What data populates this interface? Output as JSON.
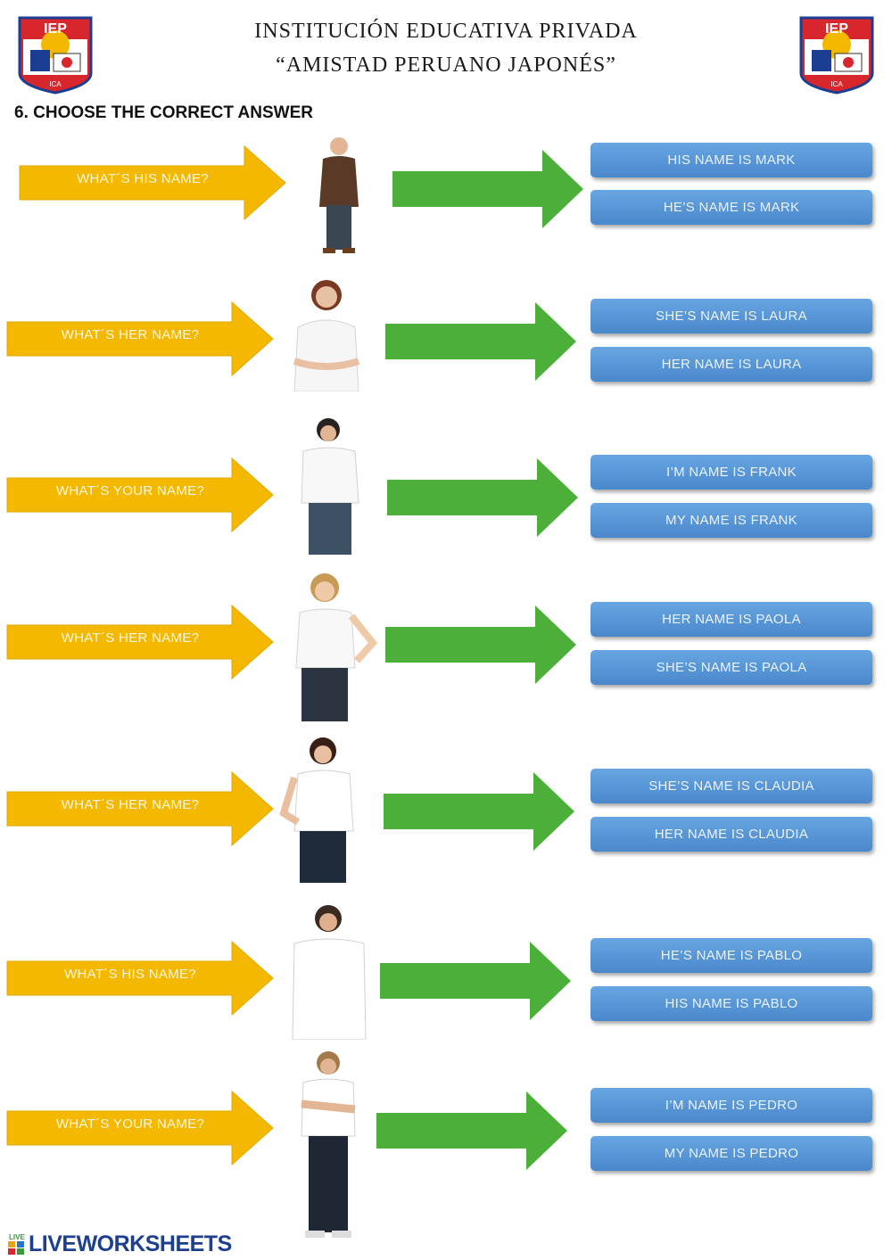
{
  "header": {
    "line1": "INSTITUCIÓN EDUCATIVA PRIVADA",
    "line2": "“AMISTAD PERUANO JAPONÉS”",
    "logo_text": "IEP",
    "logo_city": "ICA"
  },
  "task_title": "6.  CHOOSE THE CORRECT ANSWER",
  "colors": {
    "question": "#f5b800",
    "arrow": "#4caf3a",
    "option": "#5b9bd9"
  },
  "rows": [
    {
      "question": "WHAT´S HIS NAME?",
      "options": [
        "HIS NAME IS MARK",
        "HE’S NAME IS MARK"
      ]
    },
    {
      "question": "WHAT´S HER NAME?",
      "options": [
        "SHE’S NAME IS LAURA",
        "HER NAME IS LAURA"
      ]
    },
    {
      "question": "WHAT´S YOUR NAME?",
      "options": [
        "I’M NAME IS FRANK",
        "MY NAME IS FRANK"
      ]
    },
    {
      "question": "WHAT´S HER NAME?",
      "options": [
        "HER NAME IS PAOLA",
        "SHE’S NAME IS PAOLA"
      ]
    },
    {
      "question": "WHAT´S HER NAME?",
      "options": [
        "SHE’S NAME IS CLAUDIA",
        "HER NAME IS CLAUDIA"
      ]
    },
    {
      "question": "WHAT´S HIS NAME?",
      "options": [
        "HE’S NAME IS PABLO",
        "HIS NAME IS PABLO"
      ]
    },
    {
      "question": "WHAT´S YOUR NAME?",
      "options": [
        "I’M NAME IS PEDRO",
        "MY NAME IS PEDRO"
      ]
    }
  ],
  "footer": {
    "brand": "LIVEWORKSHEETS",
    "brand_icon_letters": "LIVE"
  }
}
